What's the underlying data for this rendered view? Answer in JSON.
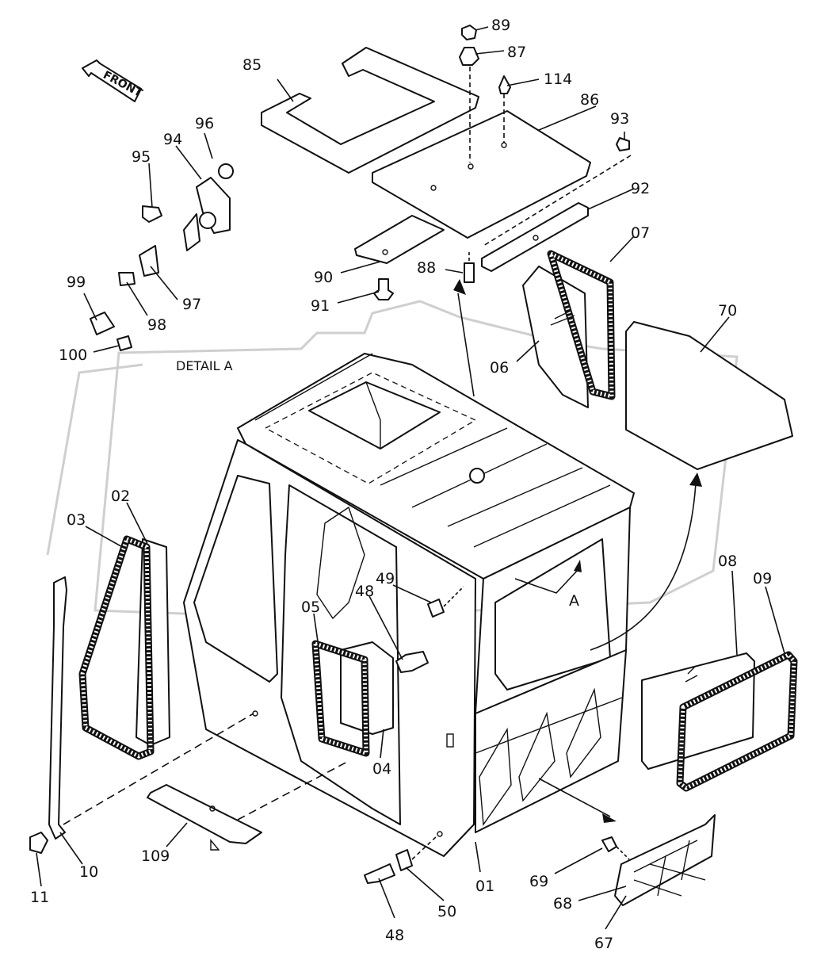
{
  "front_label": "FRONT",
  "detail_label": "DETAIL A",
  "view_marker": "A",
  "callouts": [
    "89",
    "87",
    "114",
    "85",
    "86",
    "93",
    "92",
    "07",
    "96",
    "94",
    "95",
    "90",
    "88",
    "91",
    "97",
    "98",
    "99",
    "100",
    "06",
    "70",
    "02",
    "03",
    "49",
    "48",
    "05",
    "08",
    "09",
    "04",
    "109",
    "10",
    "11",
    "48",
    "50",
    "01",
    "69",
    "68",
    "67"
  ]
}
